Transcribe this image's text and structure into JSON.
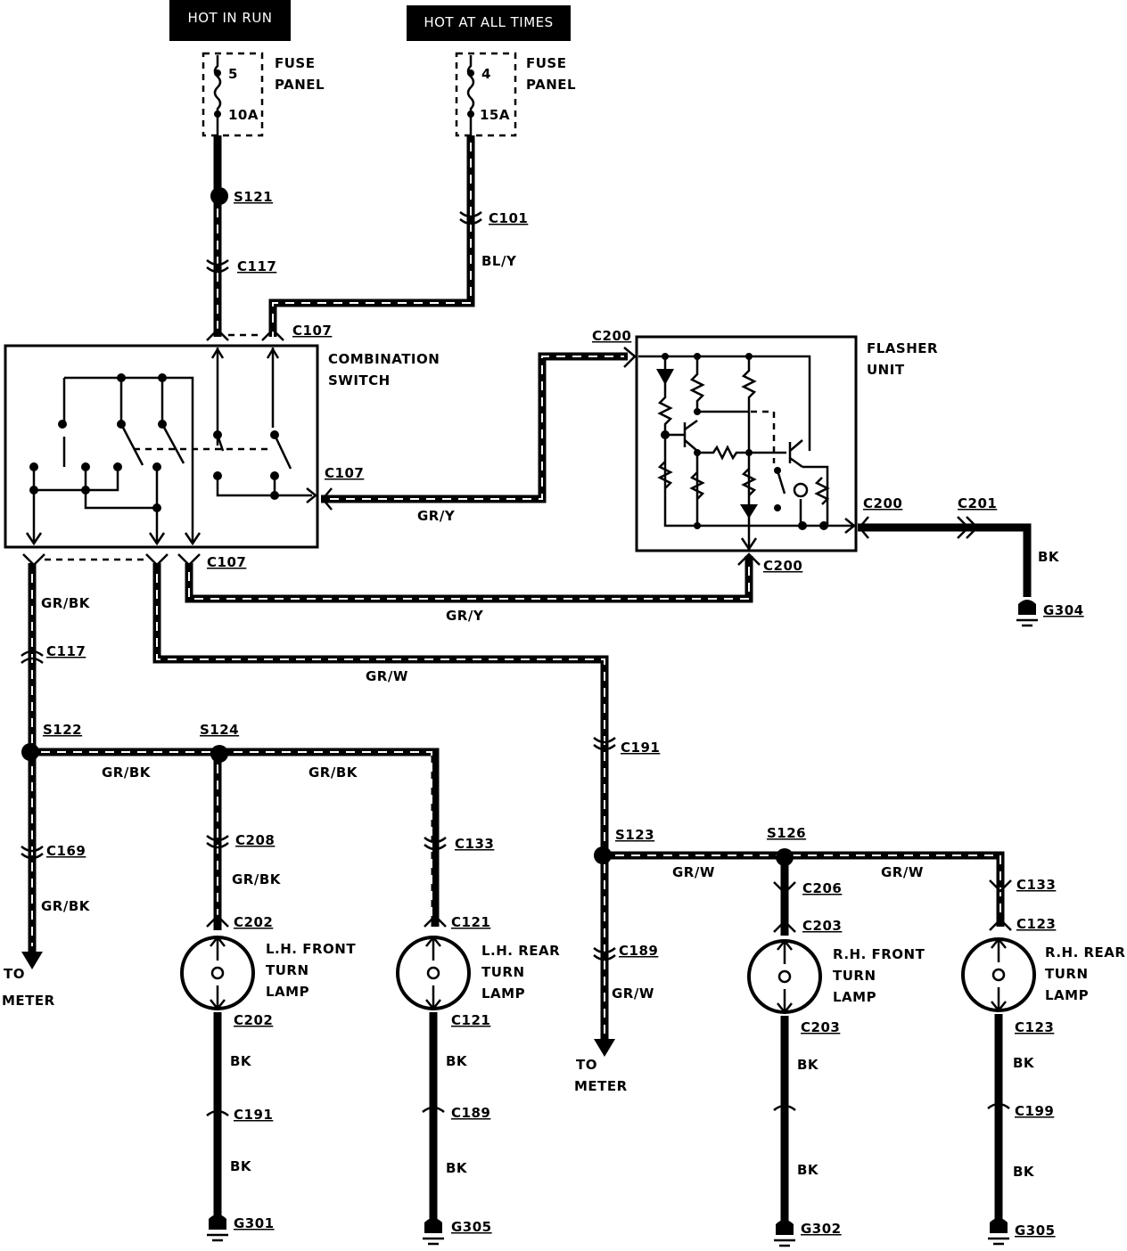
{
  "headers": {
    "hot_in_run": "HOT IN RUN",
    "hot_at_all_times": "HOT AT ALL TIMES"
  },
  "fuses": [
    {
      "number": "5",
      "rating": "10A",
      "label1": "FUSE",
      "label2": "PANEL"
    },
    {
      "number": "4",
      "rating": "15A",
      "label1": "FUSE",
      "label2": "PANEL"
    }
  ],
  "components": {
    "combination_switch": [
      "COMBINATION",
      "SWITCH"
    ],
    "flasher_unit": [
      "FLASHER",
      "UNIT"
    ],
    "lh_front": [
      "L.H. FRONT",
      "TURN",
      "LAMP"
    ],
    "lh_rear": [
      "L.H. REAR",
      "TURN",
      "LAMP"
    ],
    "rh_front": [
      "R.H. FRONT",
      "TURN",
      "LAMP"
    ],
    "rh_rear": [
      "R.H. REAR",
      "TURN",
      "LAMP"
    ]
  },
  "to_meter": [
    "TO",
    "METER"
  ],
  "splices": {
    "s121": "S121",
    "s122": "S122",
    "s124": "S124",
    "s123": "S123",
    "s126": "S126"
  },
  "connectors": {
    "c117_top": "C117",
    "c101": "C101",
    "c107_top": "C107",
    "c107_right": "C107",
    "c107_bottom": "C107",
    "c200_in": "C200",
    "c200_out": "C200",
    "c201": "C201",
    "c200_bottom": "C200",
    "c117_left": "C117",
    "c169_left": "C169",
    "c208": "C208",
    "c202_top": "C202",
    "c202_bottom": "C202",
    "c191_lh": "C191",
    "c133_lh": "C133",
    "c121_top": "C121",
    "c121_bottom": "C121",
    "c189_lh": "C189",
    "c191_mid": "C191",
    "c189_mid": "C189",
    "c206": "C206",
    "c203_top": "C203",
    "c203_bottom": "C203",
    "c133_rh": "C133",
    "c123_top": "C123",
    "c123_bottom": "C123",
    "c199": "C199"
  },
  "wires": {
    "bl_y": "BL/Y",
    "gr_y_1": "GR/Y",
    "gr_y_2": "GR/Y",
    "bk_flasher": "BK",
    "gr_bk_1": "GR/BK",
    "gr_bk_2": "GR/BK",
    "gr_bk_3": "GR/BK",
    "gr_bk_4": "GR/BK",
    "gr_bk_5": "GR/BK",
    "gr_w_1": "GR/W",
    "gr_w_2": "GR/W",
    "gr_w_3": "GR/W",
    "gr_w_4": "GR/W",
    "bk_1": "BK",
    "bk_2": "BK",
    "bk_3": "BK",
    "bk_4": "BK",
    "bk_5": "BK",
    "bk_6": "BK",
    "bk_7": "BK",
    "bk_8": "BK"
  },
  "grounds": {
    "g304": "G304",
    "g301": "G301",
    "g305_a": "G305",
    "g302": "G302",
    "g305_b": "G305"
  }
}
